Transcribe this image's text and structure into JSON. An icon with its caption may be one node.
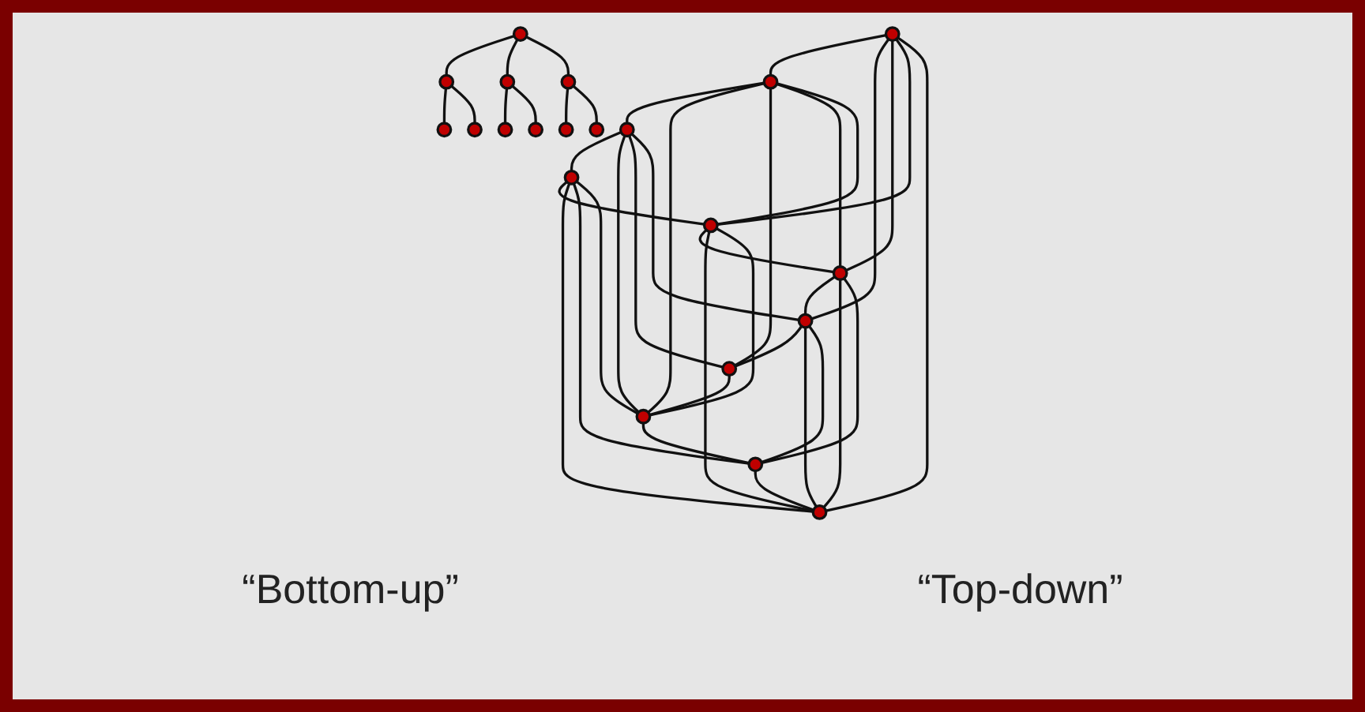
{
  "diagram": {
    "nodes": [
      {
        "text": [],
        "shape": "circle"
      },
      {
        "text": [],
        "shape": "circle"
      },
      {
        "text": [],
        "shape": "circle"
      },
      {
        "text": [],
        "shape": "circle"
      },
      {
        "text": [],
        "shape": "circle"
      },
      {
        "text": [],
        "shape": "circle"
      },
      {
        "text": [],
        "shape": "circle"
      },
      {
        "text": [],
        "shape": "circle"
      },
      {
        "text": [],
        "shape": "circle"
      },
      {
        "text": [],
        "shape": "circle"
      },
      {
        "text": [],
        "shape": "circle"
      },
      {
        "text": [],
        "shape": "circle"
      },
      {
        "text": [],
        "shape": "circle"
      },
      {
        "text": [],
        "shape": "circle"
      },
      {
        "text": [],
        "shape": "circle"
      },
      {
        "text": [],
        "shape": "circle"
      },
      {
        "text": [],
        "shape": "circle"
      },
      {
        "text": [],
        "shape": "circle"
      },
      {
        "text": [],
        "shape": "circle"
      },
      {
        "text": [],
        "shape": "circle"
      },
      {
        "text": [],
        "shape": "circle"
      }
    ],
    "edges": [
      {
        "from": 3,
        "to": 1,
        "arrow": "none"
      },
      {
        "from": 1,
        "to": 0,
        "arrow": "none"
      },
      {
        "from": 0,
        "to": 2,
        "arrow": "none"
      },
      {
        "from": 2,
        "to": 4,
        "arrow": "none"
      },
      {
        "from": 4,
        "to": 6,
        "arrow": "none"
      },
      {
        "from": 6,
        "to": 8,
        "arrow": "none"
      },
      {
        "from": 8,
        "to": 10,
        "arrow": "none"
      },
      {
        "from": 10,
        "to": 9,
        "arrow": "none"
      },
      {
        "from": 9,
        "to": 7,
        "arrow": "none"
      },
      {
        "from": 7,
        "to": 5,
        "arrow": "none"
      },
      {
        "from": 5,
        "to": 3,
        "arrow": "none"
      },
      {
        "from": 3,
        "to": 9,
        "arrow": "none"
      },
      {
        "from": 3,
        "to": 10,
        "arrow": "none"
      },
      {
        "from": 3,
        "to": 6,
        "arrow": "none"
      },
      {
        "from": 1,
        "to": 9,
        "arrow": "none"
      },
      {
        "from": 1,
        "to": 10,
        "arrow": "none"
      },
      {
        "from": 1,
        "to": 6,
        "arrow": "none"
      },
      {
        "from": 1,
        "to": 8,
        "arrow": "none"
      },
      {
        "from": 0,
        "to": 9,
        "arrow": "none"
      },
      {
        "from": 0,
        "to": 10,
        "arrow": "none"
      },
      {
        "from": 0,
        "to": 8,
        "arrow": "none"
      },
      {
        "from": 2,
        "to": 5,
        "arrow": "none"
      },
      {
        "from": 2,
        "to": 7,
        "arrow": "none"
      },
      {
        "from": 2,
        "to": 10,
        "arrow": "none"
      },
      {
        "from": 2,
        "to": 8,
        "arrow": "none"
      },
      {
        "from": 4,
        "to": 5,
        "arrow": "none"
      },
      {
        "from": 4,
        "to": 7,
        "arrow": "none"
      },
      {
        "from": 4,
        "to": 9,
        "arrow": "none"
      },
      {
        "from": 5,
        "to": 6,
        "arrow": "none"
      },
      {
        "from": 5,
        "to": 8,
        "arrow": "none"
      },
      {
        "from": 11,
        "to": 12,
        "arrow": "none"
      },
      {
        "from": 11,
        "to": 13,
        "arrow": "none"
      },
      {
        "from": 11,
        "to": 14,
        "arrow": "none"
      },
      {
        "from": 12,
        "to": 15,
        "arrow": "none"
      },
      {
        "from": 12,
        "to": 16,
        "arrow": "none"
      },
      {
        "from": 13,
        "to": 17,
        "arrow": "none"
      },
      {
        "from": 13,
        "to": 18,
        "arrow": "none"
      },
      {
        "from": 14,
        "to": 19,
        "arrow": "none"
      },
      {
        "from": 14,
        "to": 20,
        "arrow": "none"
      }
    ],
    "labels": [
      "“Bottom-up”",
      "“Top-down”"
    ]
  }
}
